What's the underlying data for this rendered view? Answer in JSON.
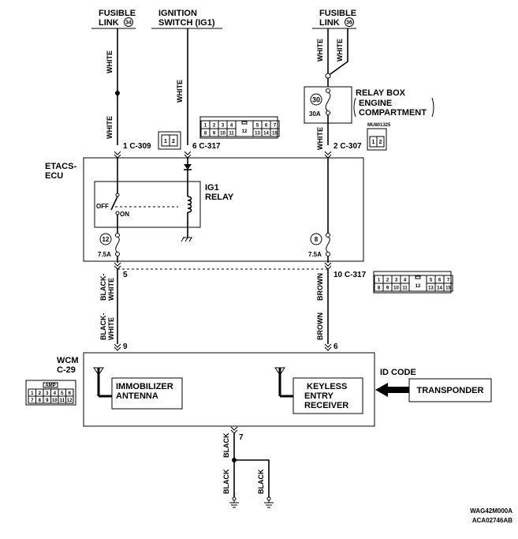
{
  "labels": {
    "fusible_link_34_word1": "FUSIBLE",
    "fusible_link_34_word2": "LINK",
    "fusible_link_34_num": "34",
    "ignition_switch_line1": "IGNITION",
    "ignition_switch_line2": "SWITCH (IG1)",
    "fusible_link_36_word1": "FUSIBLE",
    "fusible_link_36_word2": "LINK",
    "fusible_link_36_num": "36",
    "relay_box_title": "RELAY BOX",
    "relay_box_sub1": "ENGINE",
    "relay_box_sub2": "COMPARTMENT",
    "fuse_30_num": "30",
    "fuse_30_rating": "30A",
    "etacs_line1": "ETACS-",
    "etacs_line2": "ECU",
    "ig1_relay_line1": "IG1",
    "ig1_relay_line2": "RELAY",
    "relay_off": "OFF",
    "relay_on": "ON",
    "fuse_12_num": "12",
    "fuse_12_rating": "7.5A",
    "fuse_8_num": "8",
    "fuse_8_rating": "7.5A",
    "wcm_line1": "WCM",
    "wcm_line2": "C-29",
    "immobilizer_line1": "IMMOBILIZER",
    "immobilizer_line2": "ANTENNA",
    "keyless_line1": "KEYLESS",
    "keyless_line2": "ENTRY",
    "keyless_line3": "RECEIVER",
    "id_code": "ID CODE",
    "transponder": "TRANSPONDER",
    "code_1": "WAG42M000A",
    "code_2": "ACA02746AB"
  },
  "wire_colors": {
    "white": "WHITE",
    "black": "BLACK",
    "black_white_1": "BLACK-",
    "black_white_2": "WHITE",
    "brown": "BROWN"
  },
  "pins": {
    "c309": "1 C-309",
    "c317_6": "6 C-317",
    "c307": "2 C-307",
    "pin_5": "5",
    "c317_10": "10 C-317",
    "pin_9": "9",
    "pin_6": "6",
    "pin_7": "7"
  },
  "connectors": {
    "c317_top_row": [
      "1",
      "2",
      "3",
      "4",
      "",
      "5",
      "6",
      "7"
    ],
    "c317_center": "12",
    "c317_bottom_row": [
      "8",
      "9",
      "10",
      "11",
      "",
      "13",
      "14",
      "15"
    ],
    "c309_cells": [
      "1",
      "2"
    ],
    "c307_code": "MU801325",
    "c307_cells": [
      "1",
      "2"
    ],
    "c29_tag": "AMP",
    "c29_top_row": [
      "1",
      "2",
      "3",
      "4",
      "5",
      "6"
    ],
    "c29_bottom_row": [
      "7",
      "8",
      "9",
      "10",
      "11",
      "12"
    ]
  }
}
